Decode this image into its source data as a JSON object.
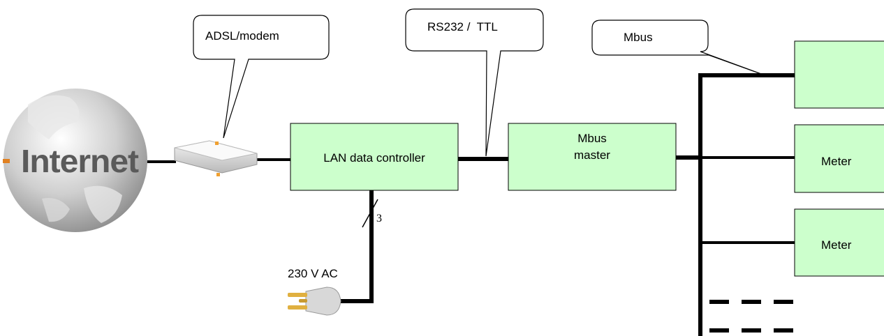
{
  "callouts": {
    "adsl": "ADSL/modem",
    "rs232": "RS232 /  TTL",
    "mbus": "Mbus"
  },
  "globe": {
    "label": "Internet"
  },
  "boxes": {
    "lan_controller": "LAN data controller",
    "mbus_master_line1": "Mbus",
    "mbus_master_line2": "master",
    "meter_top": "",
    "meter_2": "Meter",
    "meter_3": "Meter"
  },
  "power": {
    "voltage_label": "230 V AC",
    "wire_count": "3"
  },
  "colors": {
    "box_fill": "#ccffcc",
    "line": "#000000"
  }
}
